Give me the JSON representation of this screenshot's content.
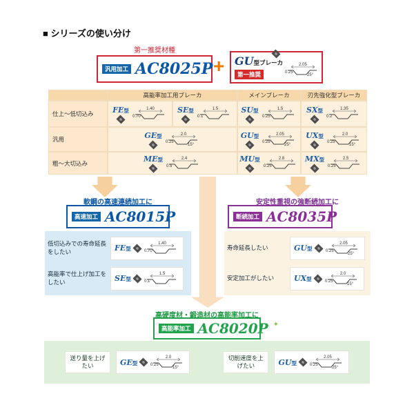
{
  "title": "■ シリーズの使い分け",
  "top": {
    "label": "第一推奨材種",
    "badge": "汎用加工",
    "grade": "AC8025P",
    "plus": "+",
    "breaker_name": "GU",
    "breaker_suffix": "型ブレーカ",
    "breaker_badge": "第一推奨"
  },
  "table": {
    "headers": [
      "高能率加工用ブレーカ",
      "メインブレーカ",
      "刃先強化型ブレーカ"
    ],
    "rows": [
      "仕上～低切込み",
      "汎用",
      "粗～大切込み"
    ]
  },
  "breakers": {
    "FE": {
      "name": "FE",
      "suffix": "型",
      "dim_top": "1.40",
      "dim_left": "0.70",
      "angle": ""
    },
    "SE": {
      "name": "SE",
      "suffix": "型",
      "dim_top": "1.5",
      "dim_left": "0.1",
      "angle": ""
    },
    "SU": {
      "name": "SU",
      "suffix": "型",
      "dim_top": "1.5",
      "dim_left": "0.25",
      "angle": ""
    },
    "SX": {
      "name": "SX",
      "suffix": "型",
      "dim_top": "1.35",
      "dim_left": "0.2",
      "angle": ""
    },
    "GE": {
      "name": "GE",
      "suffix": "型",
      "dim_top": "2.0",
      "dim_left": "0.25",
      "angle": "15°"
    },
    "GU": {
      "name": "GU",
      "suffix": "型",
      "dim_top": "2.05",
      "dim_left": "0.25",
      "angle": "25°"
    },
    "UX": {
      "name": "UX",
      "suffix": "型",
      "dim_top": "2.0",
      "dim_left": "0.25",
      "angle": "15°"
    },
    "ME": {
      "name": "ME",
      "suffix": "型",
      "dim_top": "2.4",
      "dim_left": "0.5",
      "angle": ""
    },
    "MU": {
      "name": "MU",
      "suffix": "型",
      "dim_top": "2.8",
      "dim_left": "0.25",
      "angle": ""
    },
    "MX": {
      "name": "MX",
      "suffix": "型",
      "dim_top": "2.5",
      "dim_left": "0.25",
      "angle": ""
    }
  },
  "left_panel": {
    "caption": "軟鋼の高速連続加工に",
    "badge": "高速加工",
    "grade": "AC8015P",
    "rows": [
      {
        "label": "低切込みでの寿命延長をしたい"
      },
      {
        "label": "高能率で仕上げ加工をしたい"
      }
    ]
  },
  "right_panel": {
    "caption": "安定性重視の強断続加工に",
    "badge": "断続加工",
    "grade": "AC8035P",
    "rows": [
      {
        "label": "寿命延長したい"
      },
      {
        "label": "安定加工がしたい"
      }
    ]
  },
  "bottom_panel": {
    "caption": "高硬度材・鍛造材の高能率加工に",
    "badge": "高能率加工",
    "grade": "AC8020P",
    "sparkle": "✦",
    "items": [
      {
        "label": "送り量を上げたい"
      },
      {
        "label": "切削速度を上げたい"
      }
    ]
  },
  "colors": {
    "blue": "#0b57a5",
    "purple": "#8a2f96",
    "green": "#23a24d",
    "red": "#cf2433",
    "arrow_peach": "#f6cf9e",
    "table_bg": "#fdf1dd"
  }
}
